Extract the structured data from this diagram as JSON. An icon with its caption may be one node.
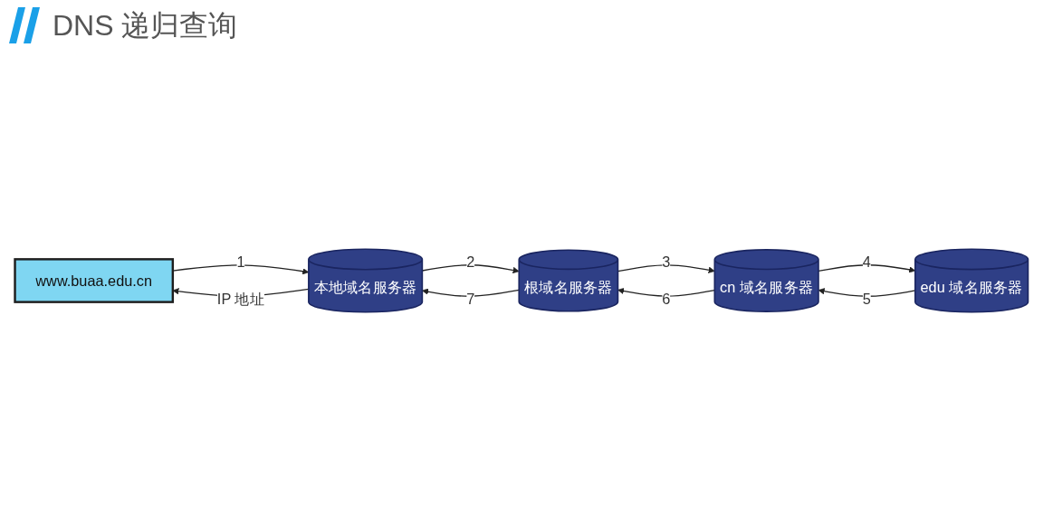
{
  "diagram": {
    "title": "DNS 递归查询",
    "nodes": [
      {
        "text": [
          "www.buaa.edu.cn"
        ]
      },
      {
        "text": [
          "本地域名服务器"
        ]
      },
      {
        "text": [
          "根域名服务器"
        ]
      },
      {
        "text": [
          "cn 域名服务器"
        ]
      },
      {
        "text": [
          "edu 域名服务器"
        ]
      }
    ],
    "edges": [
      {
        "from": 0,
        "to": 1,
        "arrow": "to",
        "label": "1"
      },
      {
        "from": 1,
        "to": 0,
        "arrow": "to",
        "label": "IP 地址"
      },
      {
        "from": 1,
        "to": 2,
        "arrow": "to",
        "label": "2"
      },
      {
        "from": 2,
        "to": 1,
        "arrow": "to",
        "label": "7"
      },
      {
        "from": 2,
        "to": 3,
        "arrow": "to",
        "label": "3"
      },
      {
        "from": 3,
        "to": 2,
        "arrow": "to",
        "label": "6"
      },
      {
        "from": 3,
        "to": 4,
        "arrow": "to",
        "label": "4"
      },
      {
        "from": 4,
        "to": 3,
        "arrow": "to",
        "label": "5"
      }
    ]
  }
}
